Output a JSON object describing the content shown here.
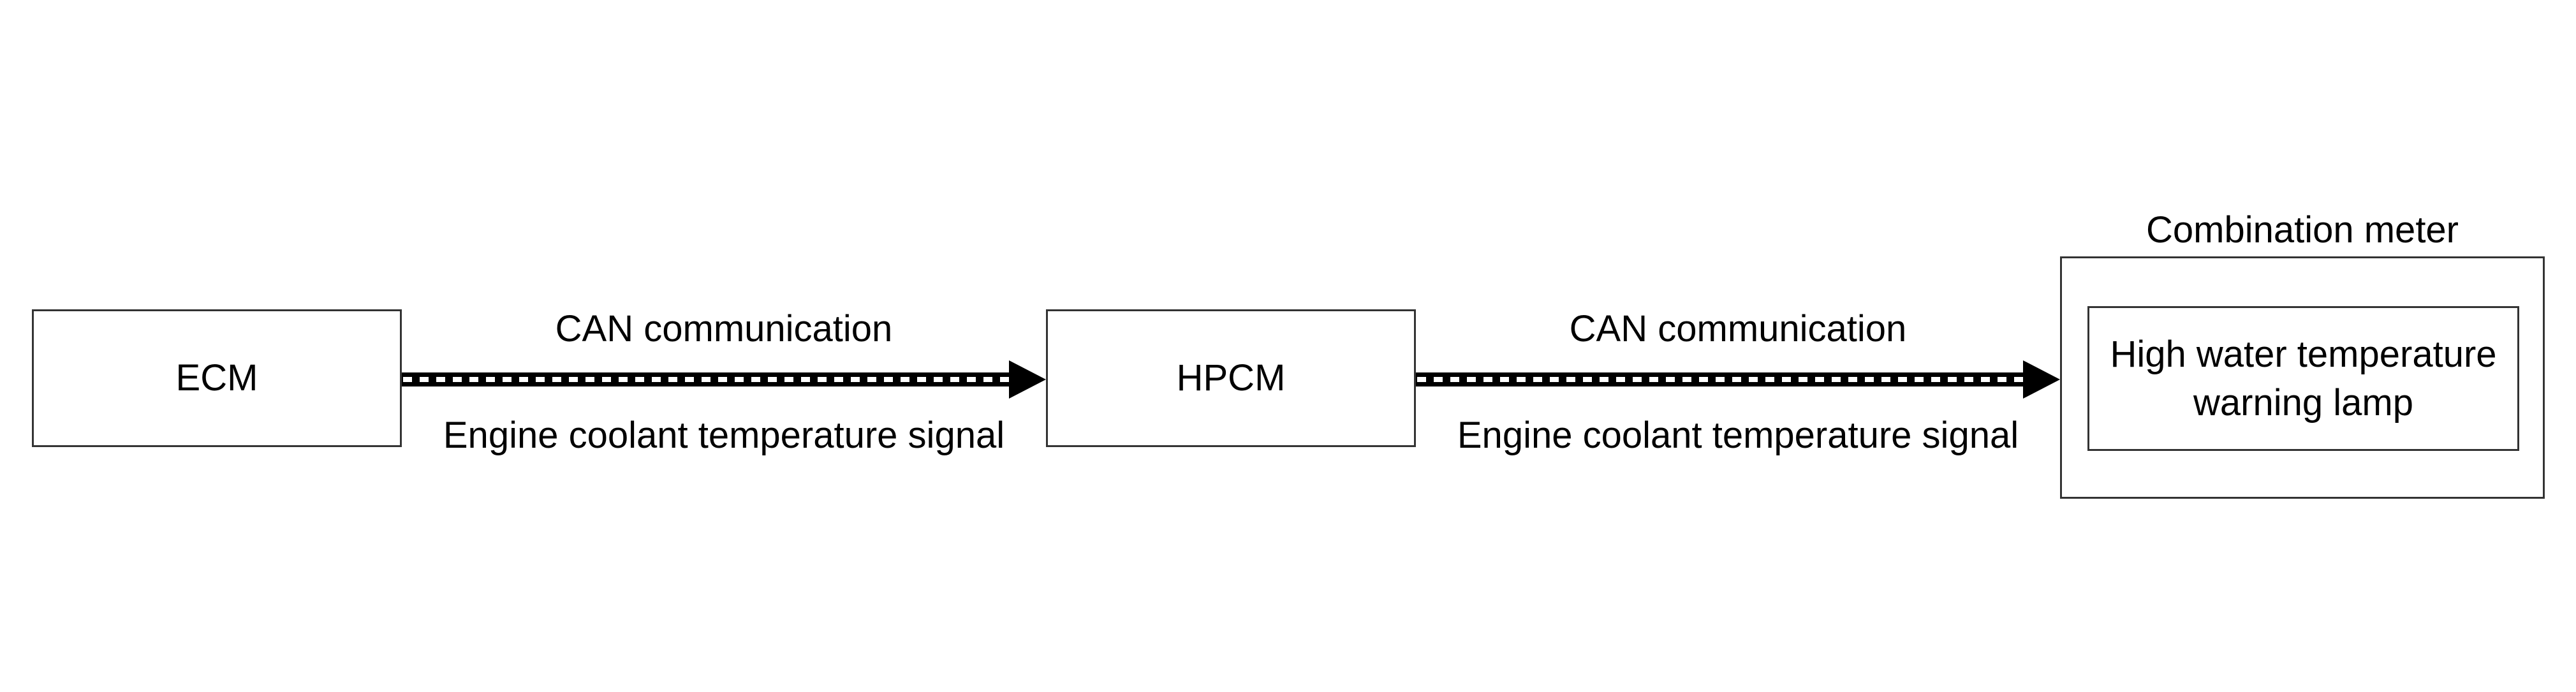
{
  "nodes": {
    "ecm": "ECM",
    "hpcm": "HPCM",
    "combination_meter": {
      "title": "Combination meter",
      "lamp": "High water temperature warning lamp"
    }
  },
  "links": [
    {
      "from": "ECM",
      "to": "HPCM",
      "top_label": "CAN communication",
      "bottom_label": "Engine coolant temperature signal"
    },
    {
      "from": "HPCM",
      "to": "Combination meter",
      "top_label": "CAN communication",
      "bottom_label": "Engine coolant temperature signal"
    }
  ],
  "colors": {
    "line": "#000000",
    "box_border": "#333333",
    "background": "#ffffff"
  }
}
